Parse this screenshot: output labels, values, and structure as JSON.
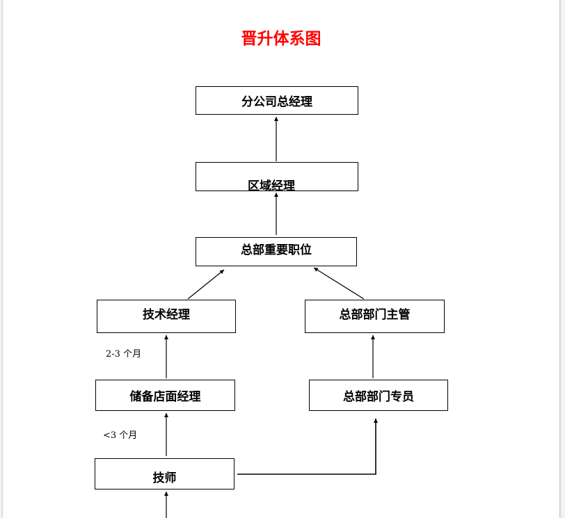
{
  "title": "晋升体系图",
  "boxes": {
    "branch_gm": "分公司总经理",
    "regional_manager": "区域经理",
    "hq_key_position": "总部重要职位",
    "technical_manager": "技术经理",
    "hq_dept_supervisor": "总部部门主管",
    "reserve_store_manager": "储备店面经理",
    "hq_dept_specialist": "总部部门专员",
    "technician": "技师"
  },
  "notes": {
    "tech_manager_period": "2-3 个月",
    "reserve_manager_period": "<3 个月"
  }
}
